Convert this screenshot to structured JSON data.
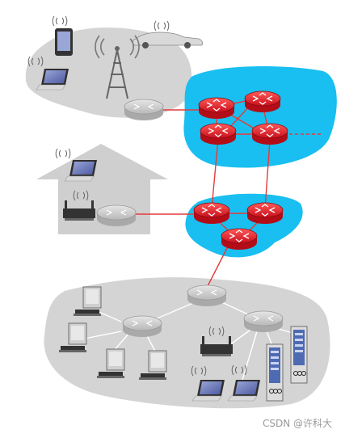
{
  "watermark": "CSDN @许科大",
  "colors": {
    "background": "#ffffff",
    "edge_region": "#d4d4d4",
    "isp_region": "#19bff0",
    "home_building": "#cfcfcf",
    "link": "#e53a3a",
    "router_red": "#e8323c",
    "router_gray": "#cfcfcf"
  },
  "regions": [
    {
      "name": "mobile-network-region",
      "kind": "edge"
    },
    {
      "name": "home-network-region",
      "kind": "home"
    },
    {
      "name": "isp-network-upper",
      "kind": "isp"
    },
    {
      "name": "isp-network-lower",
      "kind": "isp"
    },
    {
      "name": "enterprise-network-region",
      "kind": "edge"
    }
  ],
  "devices": [
    {
      "name": "smartphone-icon",
      "type": "smartphone"
    },
    {
      "name": "car-icon",
      "type": "car"
    },
    {
      "name": "cell-tower-icon",
      "type": "cell-tower"
    },
    {
      "name": "mobile-laptop-icon",
      "type": "laptop"
    },
    {
      "name": "home-laptop-icon",
      "type": "laptop"
    },
    {
      "name": "home-wifi-router-icon",
      "type": "wifi-router"
    },
    {
      "name": "enterprise-wifi-router-icon",
      "type": "wifi-router"
    },
    {
      "name": "desktop-pc-1-icon",
      "type": "pc"
    },
    {
      "name": "desktop-pc-2-icon",
      "type": "pc"
    },
    {
      "name": "desktop-pc-3-icon",
      "type": "pc"
    },
    {
      "name": "desktop-pc-4-icon",
      "type": "pc"
    },
    {
      "name": "enterprise-laptop-1-icon",
      "type": "laptop"
    },
    {
      "name": "enterprise-laptop-2-icon",
      "type": "laptop"
    },
    {
      "name": "server-1-icon",
      "type": "server"
    },
    {
      "name": "server-2-icon",
      "type": "server"
    }
  ],
  "routers": [
    {
      "name": "mobile-edge-router",
      "color": "gray"
    },
    {
      "name": "home-edge-router",
      "color": "gray"
    },
    {
      "name": "isp1-router-a",
      "color": "red"
    },
    {
      "name": "isp1-router-b",
      "color": "red"
    },
    {
      "name": "isp1-router-c",
      "color": "red"
    },
    {
      "name": "isp1-router-d",
      "color": "red"
    },
    {
      "name": "isp2-router-a",
      "color": "red"
    },
    {
      "name": "isp2-router-b",
      "color": "red"
    },
    {
      "name": "isp2-router-c",
      "color": "red"
    },
    {
      "name": "enterprise-router-top",
      "color": "gray"
    },
    {
      "name": "enterprise-router-left",
      "color": "gray"
    },
    {
      "name": "enterprise-router-right",
      "color": "gray"
    }
  ]
}
